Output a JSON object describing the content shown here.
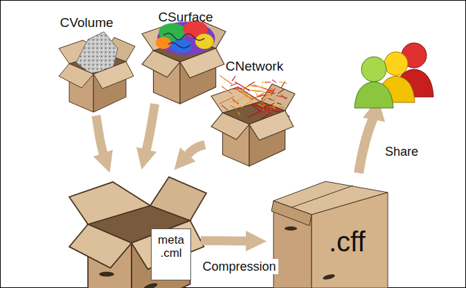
{
  "diagram": {
    "nodes": [
      {
        "text": [
          "CVolume"
        ]
      },
      {
        "text": [
          "CSurface"
        ]
      },
      {
        "text": [
          "CNetwork"
        ]
      },
      {
        "text": [
          "meta .cml"
        ]
      },
      {
        "text": [
          ".cff"
        ]
      }
    ],
    "edges": [
      {
        "from": 0,
        "to": 3,
        "arrow": "to"
      },
      {
        "from": 1,
        "to": 3,
        "arrow": "to"
      },
      {
        "from": 2,
        "to": 3,
        "arrow": "to"
      },
      {
        "from": 3,
        "to": 4,
        "label": "Compression",
        "arrow": "to"
      }
    ],
    "labels": [
      "Share"
    ]
  }
}
